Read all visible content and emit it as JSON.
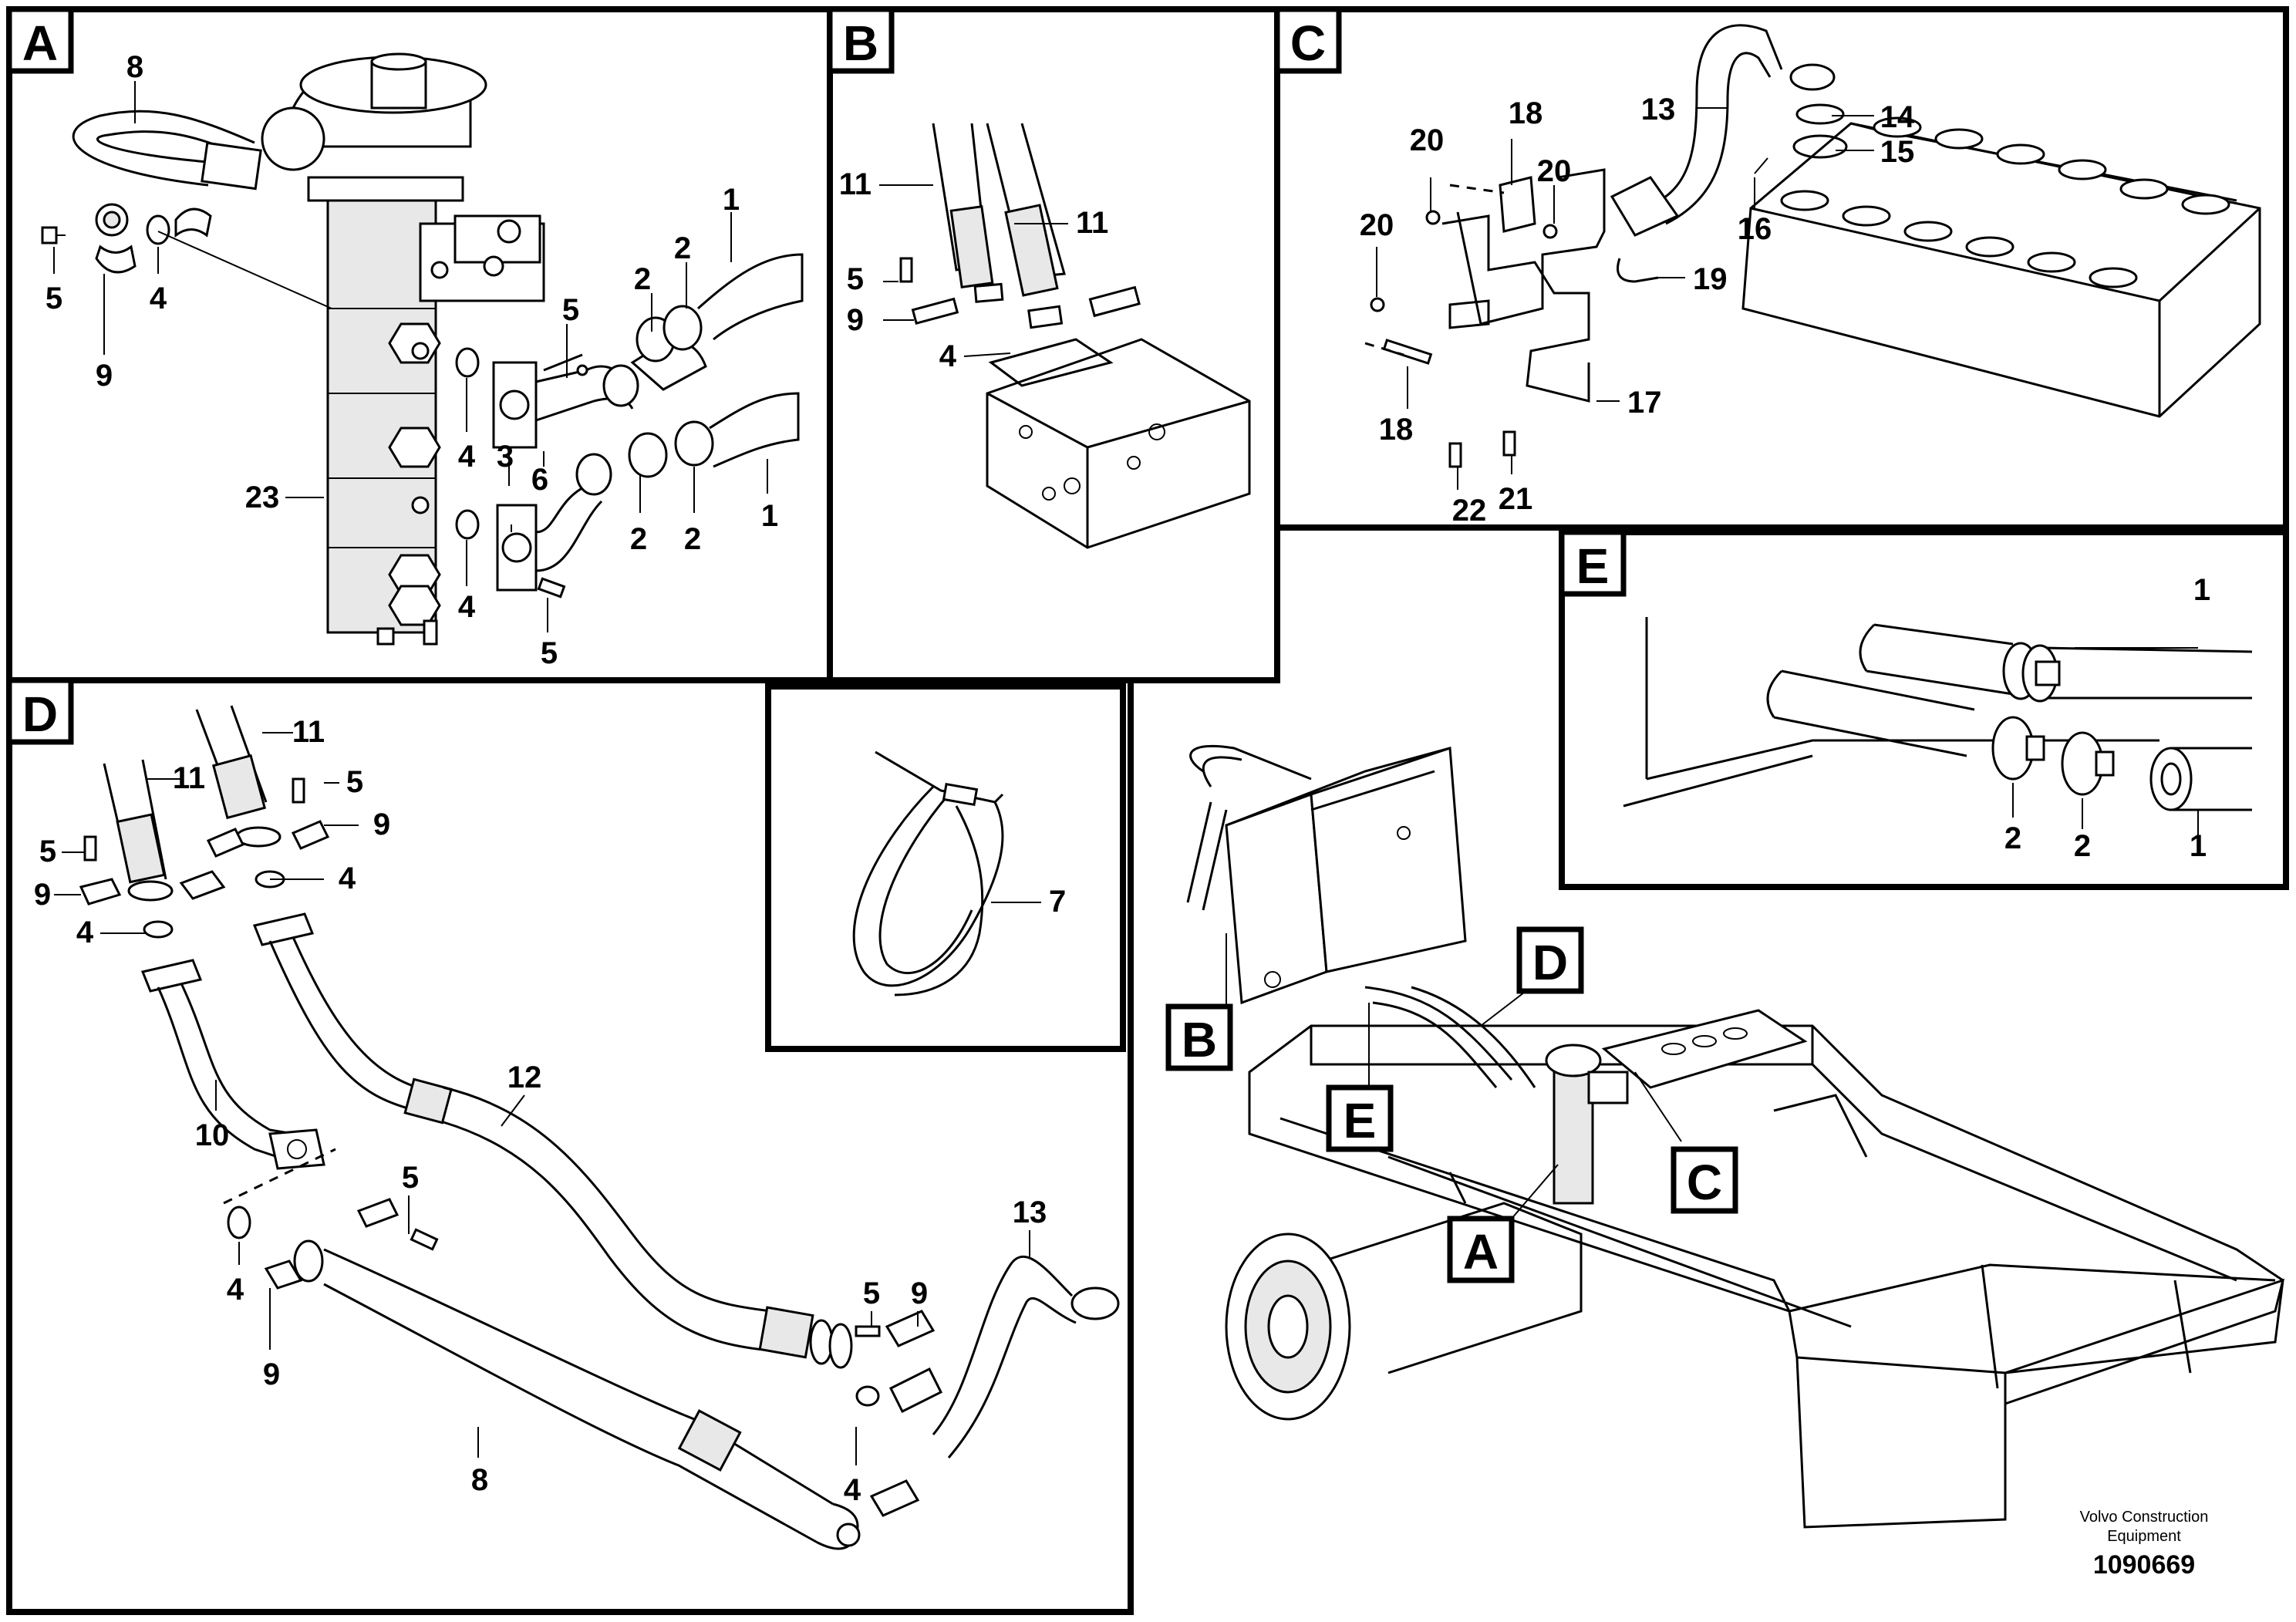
{
  "panels": {
    "A": {
      "tag": "A",
      "labels": {
        "l8": "8",
        "l5a": "5",
        "l9": "9",
        "l4a": "4",
        "l5b": "5",
        "l2a": "2",
        "l2b": "2",
        "l1a": "1",
        "l23": "23",
        "l4b": "4",
        "l3": "3",
        "l6": "6",
        "l4c": "4",
        "l2c": "2",
        "l2d": "2",
        "l1b": "1",
        "l5c": "5"
      }
    },
    "B": {
      "tag": "B",
      "labels": {
        "l11a": "11",
        "l11b": "11",
        "l5": "5",
        "l9": "9",
        "l4": "4"
      }
    },
    "C": {
      "tag": "C",
      "labels": {
        "l13": "13",
        "l14": "14",
        "l15": "15",
        "l16": "16",
        "l18a": "18",
        "l20a": "20",
        "l20b": "20",
        "l20c": "20",
        "l19": "19",
        "l17": "17",
        "l18b": "18",
        "l22": "22",
        "l21": "21"
      }
    },
    "D": {
      "tag": "D",
      "labels": {
        "l11a": "11",
        "l11b": "11",
        "l5a": "5",
        "l9a": "9",
        "l5b": "5",
        "l9b": "9",
        "l4a": "4",
        "l4b": "4",
        "l12": "12",
        "l10": "10",
        "l5c": "5",
        "l4c": "4",
        "l9c": "9",
        "l8": "8",
        "l13": "13",
        "l5d": "5",
        "l9d": "9",
        "l4d": "4"
      }
    },
    "E": {
      "tag": "E",
      "labels": {
        "l1a": "1",
        "l2a": "2",
        "l2b": "2",
        "l1b": "1"
      }
    },
    "F": {
      "labels": {
        "l7": "7"
      }
    },
    "overview": {
      "tags": {
        "a": "A",
        "b": "B",
        "c": "C",
        "d": "D",
        "e": "E"
      }
    }
  },
  "footer": {
    "company_line1": "Volvo Construction",
    "company_line2": "Equipment",
    "drawing_number": "1090669"
  }
}
